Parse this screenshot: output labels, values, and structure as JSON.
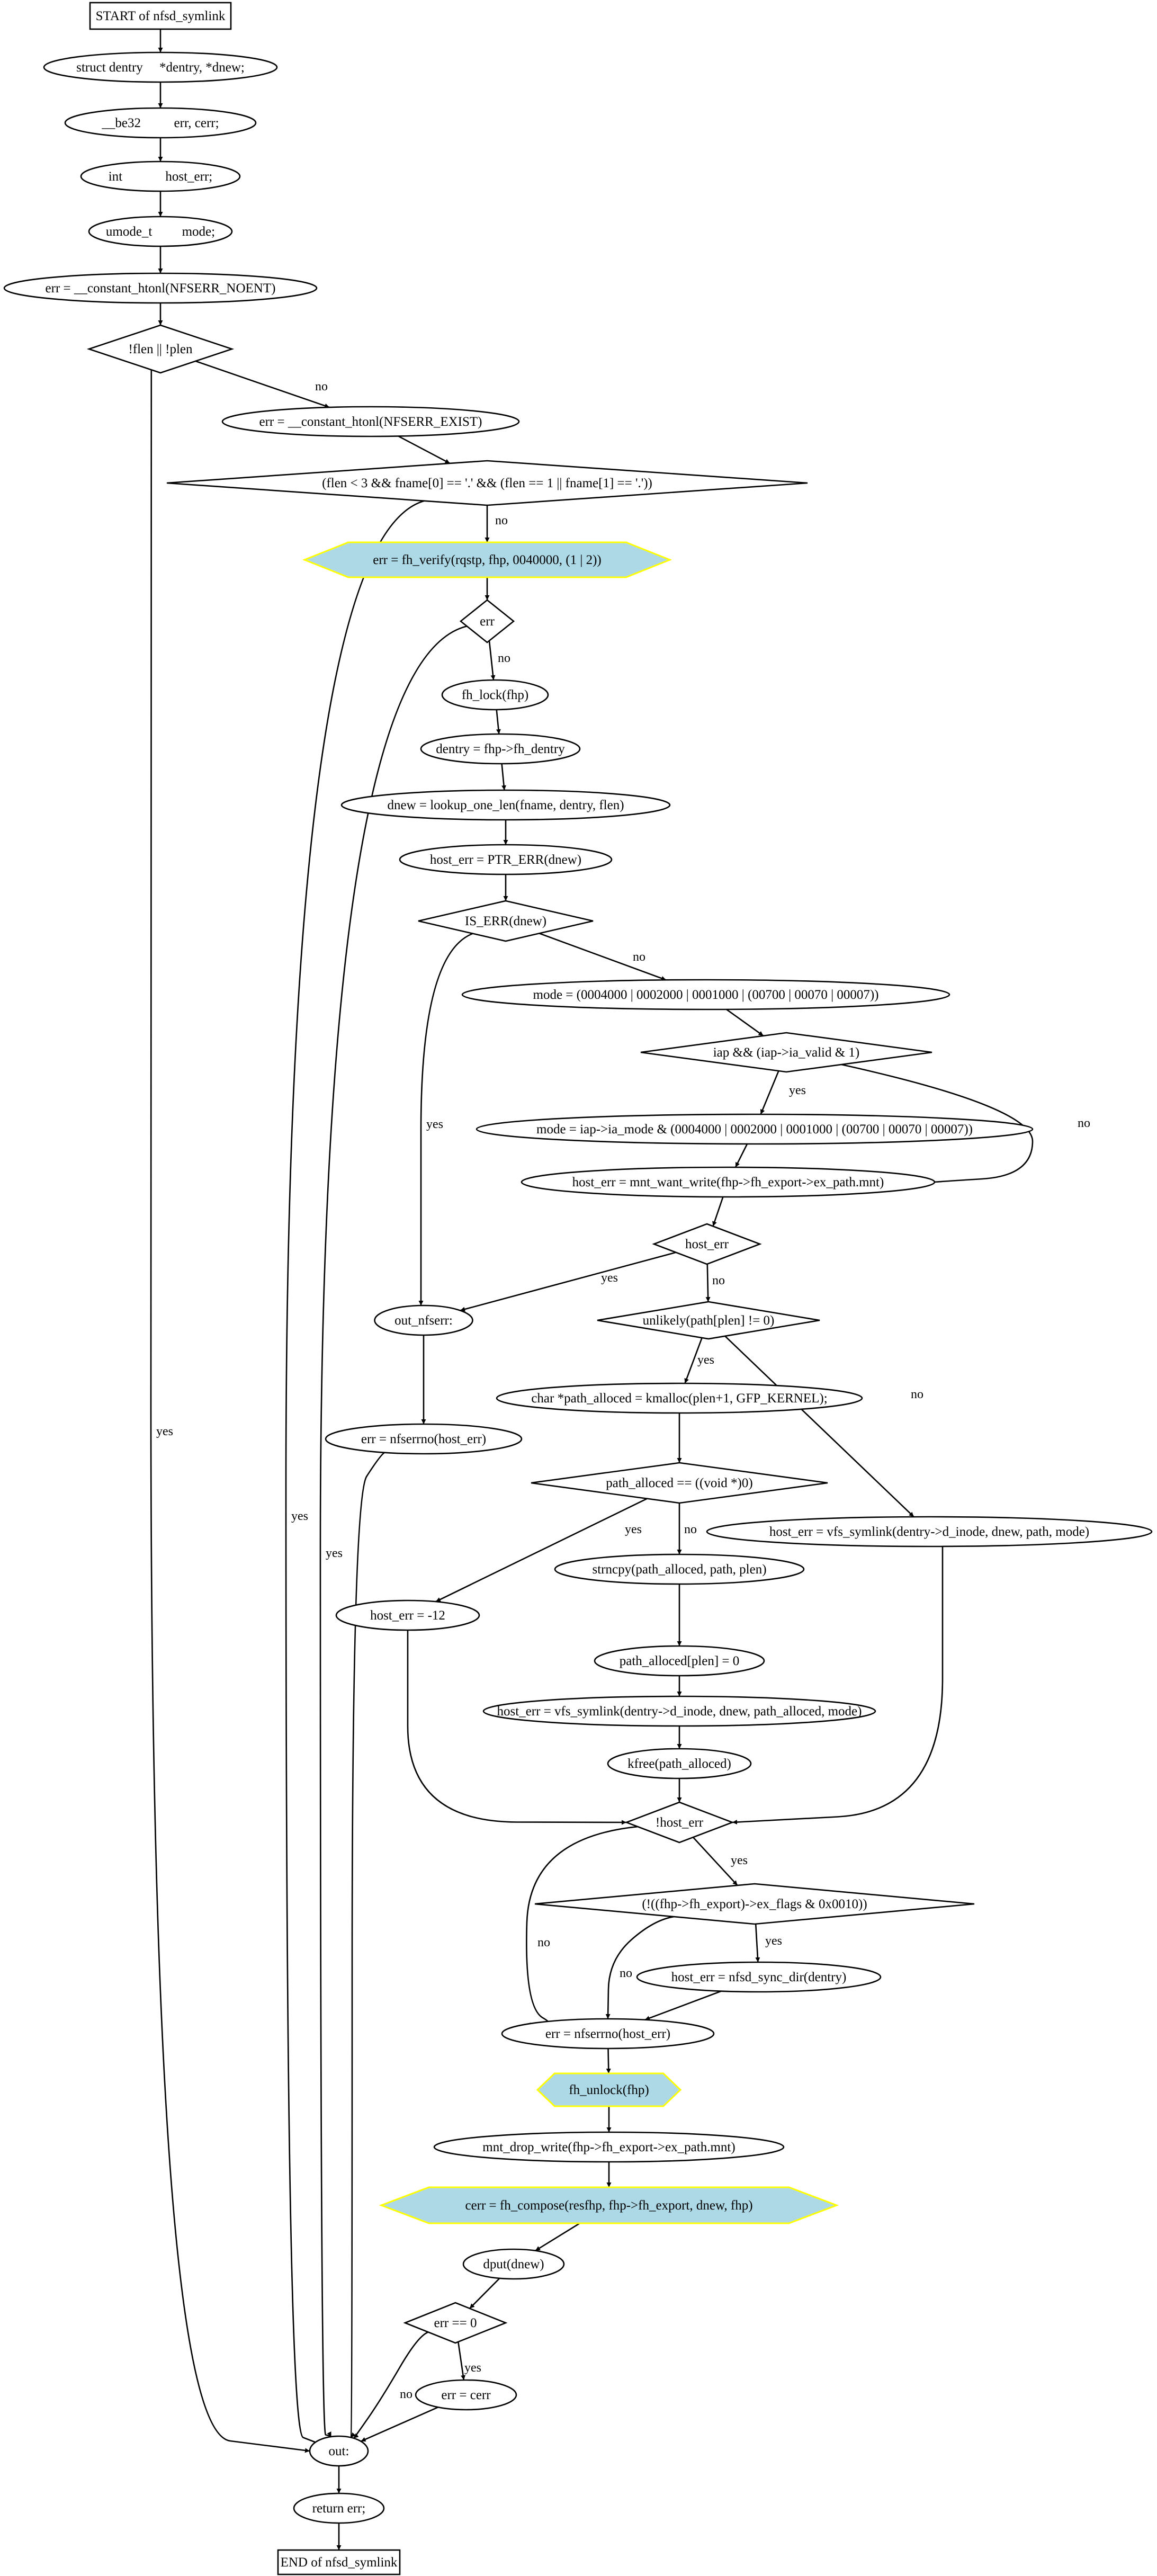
{
  "nodes": [
    {
      "id": "start",
      "label": "START of nfsd_symlink",
      "shape": "box"
    },
    {
      "id": "n_dentry",
      "label": "struct dentry     *dentry, *dnew;",
      "shape": "ellipse"
    },
    {
      "id": "n_be32",
      "label": "__be32          err, cerr;",
      "shape": "ellipse"
    },
    {
      "id": "n_int",
      "label": "int             host_err;",
      "shape": "ellipse"
    },
    {
      "id": "n_umode",
      "label": "umode_t         mode;",
      "shape": "ellipse"
    },
    {
      "id": "n_noent",
      "label": "err = __constant_htonl(NFSERR_NOENT)",
      "shape": "ellipse"
    },
    {
      "id": "d_flen",
      "label": "!flen || !plen",
      "shape": "diamond"
    },
    {
      "id": "n_exist",
      "label": "err = __constant_htonl(NFSERR_EXIST)",
      "shape": "ellipse"
    },
    {
      "id": "d_fname",
      "label": "(flen < 3 && fname[0] == '.' && (flen == 1 || fname[1] == '.'))",
      "shape": "diamond"
    },
    {
      "id": "n_verify",
      "label": "err = fh_verify(rqstp, fhp, 0040000, (1 | 2))",
      "shape": "hexagon"
    },
    {
      "id": "d_err",
      "label": "err",
      "shape": "diamond"
    },
    {
      "id": "n_lock",
      "label": "fh_lock(fhp)",
      "shape": "ellipse"
    },
    {
      "id": "n_dassign",
      "label": "dentry = fhp->fh_dentry",
      "shape": "ellipse"
    },
    {
      "id": "n_lookup",
      "label": "dnew = lookup_one_len(fname, dentry, flen)",
      "shape": "ellipse"
    },
    {
      "id": "n_ptrerr",
      "label": "host_err = PTR_ERR(dnew)",
      "shape": "ellipse"
    },
    {
      "id": "d_iserr",
      "label": "IS_ERR(dnew)",
      "shape": "diamond"
    },
    {
      "id": "n_mode",
      "label": "mode = (0004000 | 0002000 | 0001000 | (00700 | 00070 | 00007))",
      "shape": "ellipse"
    },
    {
      "id": "d_iap",
      "label": "iap && (iap->ia_valid & 1)",
      "shape": "diamond"
    },
    {
      "id": "n_iamode",
      "label": "mode = iap->ia_mode & (0004000 | 0002000 | 0001000 | (00700 | 00070 | 00007))",
      "shape": "ellipse"
    },
    {
      "id": "n_mntwant",
      "label": "host_err = mnt_want_write(fhp->fh_export->ex_path.mnt)",
      "shape": "ellipse"
    },
    {
      "id": "d_hosterr",
      "label": "host_err",
      "shape": "diamond"
    },
    {
      "id": "n_outnfserr",
      "label": "out_nfserr:",
      "shape": "ellipse"
    },
    {
      "id": "d_unlikely",
      "label": "unlikely(path[plen] != 0)",
      "shape": "diamond"
    },
    {
      "id": "n_nfserrno1",
      "label": "err = nfserrno(host_err)",
      "shape": "ellipse"
    },
    {
      "id": "n_kmalloc",
      "label": "char *path_alloced = kmalloc(plen+1, GFP_KERNEL);",
      "shape": "ellipse"
    },
    {
      "id": "d_alloced",
      "label": "path_alloced == ((void *)0)",
      "shape": "diamond"
    },
    {
      "id": "n_symlink1",
      "label": "host_err = vfs_symlink(dentry->d_inode, dnew, path, mode)",
      "shape": "ellipse"
    },
    {
      "id": "n_strncpy",
      "label": "strncpy(path_alloced, path, plen)",
      "shape": "ellipse"
    },
    {
      "id": "n_neg12",
      "label": "host_err = -12",
      "shape": "ellipse"
    },
    {
      "id": "n_zero",
      "label": "path_alloced[plen] = 0",
      "shape": "ellipse"
    },
    {
      "id": "n_symlink2",
      "label": "host_err = vfs_symlink(dentry->d_inode, dnew, path_alloced, mode)",
      "shape": "ellipse"
    },
    {
      "id": "n_kfree",
      "label": "kfree(path_alloced)",
      "shape": "ellipse"
    },
    {
      "id": "d_nothost",
      "label": "!host_err",
      "shape": "diamond"
    },
    {
      "id": "d_flags",
      "label": "(!((fhp->fh_export)->ex_flags & 0x0010))",
      "shape": "diamond"
    },
    {
      "id": "n_sync",
      "label": "host_err = nfsd_sync_dir(dentry)",
      "shape": "ellipse"
    },
    {
      "id": "n_nfserrno2",
      "label": "err = nfserrno(host_err)",
      "shape": "ellipse"
    },
    {
      "id": "n_unlock",
      "label": "fh_unlock(fhp)",
      "shape": "hexagon"
    },
    {
      "id": "n_drop",
      "label": "mnt_drop_write(fhp->fh_export->ex_path.mnt)",
      "shape": "ellipse"
    },
    {
      "id": "n_compose",
      "label": "cerr = fh_compose(resfhp, fhp->fh_export, dnew, fhp)",
      "shape": "hexagon"
    },
    {
      "id": "n_dput",
      "label": "dput(dnew)",
      "shape": "ellipse"
    },
    {
      "id": "d_erreq",
      "label": "err == 0",
      "shape": "diamond"
    },
    {
      "id": "n_cerr",
      "label": "err = cerr",
      "shape": "ellipse"
    },
    {
      "id": "n_out",
      "label": "out:",
      "shape": "ellipse"
    },
    {
      "id": "n_return",
      "label": "return err;",
      "shape": "ellipse"
    },
    {
      "id": "end",
      "label": "END of nfsd_symlink",
      "shape": "box"
    }
  ],
  "edges": [
    {
      "from": "start",
      "to": "n_dentry",
      "label": ""
    },
    {
      "from": "n_dentry",
      "to": "n_be32",
      "label": ""
    },
    {
      "from": "n_be32",
      "to": "n_int",
      "label": ""
    },
    {
      "from": "n_int",
      "to": "n_umode",
      "label": ""
    },
    {
      "from": "n_umode",
      "to": "n_noent",
      "label": ""
    },
    {
      "from": "n_noent",
      "to": "d_flen",
      "label": ""
    },
    {
      "from": "d_flen",
      "to": "n_exist",
      "label": "no"
    },
    {
      "from": "d_flen",
      "to": "n_out",
      "label": "yes"
    },
    {
      "from": "n_exist",
      "to": "d_fname",
      "label": ""
    },
    {
      "from": "d_fname",
      "to": "n_verify",
      "label": "no"
    },
    {
      "from": "d_fname",
      "to": "n_out",
      "label": "yes"
    },
    {
      "from": "n_verify",
      "to": "d_err",
      "label": ""
    },
    {
      "from": "d_err",
      "to": "n_lock",
      "label": "no"
    },
    {
      "from": "d_err",
      "to": "n_out",
      "label": "yes"
    },
    {
      "from": "n_lock",
      "to": "n_dassign",
      "label": ""
    },
    {
      "from": "n_dassign",
      "to": "n_lookup",
      "label": ""
    },
    {
      "from": "n_lookup",
      "to": "n_ptrerr",
      "label": ""
    },
    {
      "from": "n_ptrerr",
      "to": "d_iserr",
      "label": ""
    },
    {
      "from": "d_iserr",
      "to": "n_mode",
      "label": "no"
    },
    {
      "from": "d_iserr",
      "to": "n_outnfserr",
      "label": "yes"
    },
    {
      "from": "n_mode",
      "to": "d_iap",
      "label": ""
    },
    {
      "from": "d_iap",
      "to": "n_iamode",
      "label": "yes"
    },
    {
      "from": "d_iap",
      "to": "n_mntwant",
      "label": "no"
    },
    {
      "from": "n_iamode",
      "to": "n_mntwant",
      "label": ""
    },
    {
      "from": "n_mntwant",
      "to": "d_hosterr",
      "label": ""
    },
    {
      "from": "d_hosterr",
      "to": "n_outnfserr",
      "label": "yes"
    },
    {
      "from": "d_hosterr",
      "to": "d_unlikely",
      "label": "no"
    },
    {
      "from": "n_outnfserr",
      "to": "n_nfserrno1",
      "label": ""
    },
    {
      "from": "d_unlikely",
      "to": "n_kmalloc",
      "label": "yes"
    },
    {
      "from": "d_unlikely",
      "to": "n_symlink1",
      "label": "no"
    },
    {
      "from": "n_nfserrno1",
      "to": "n_out",
      "label": ""
    },
    {
      "from": "n_kmalloc",
      "to": "d_alloced",
      "label": ""
    },
    {
      "from": "d_alloced",
      "to": "n_neg12",
      "label": "yes"
    },
    {
      "from": "d_alloced",
      "to": "n_strncpy",
      "label": "no"
    },
    {
      "from": "n_strncpy",
      "to": "n_zero",
      "label": ""
    },
    {
      "from": "n_zero",
      "to": "n_symlink2",
      "label": ""
    },
    {
      "from": "n_symlink2",
      "to": "n_kfree",
      "label": ""
    },
    {
      "from": "n_kfree",
      "to": "d_nothost",
      "label": ""
    },
    {
      "from": "n_neg12",
      "to": "d_nothost",
      "label": ""
    },
    {
      "from": "n_symlink1",
      "to": "d_nothost",
      "label": ""
    },
    {
      "from": "d_nothost",
      "to": "d_flags",
      "label": "yes"
    },
    {
      "from": "d_nothost",
      "to": "n_nfserrno2",
      "label": "no"
    },
    {
      "from": "d_flags",
      "to": "n_sync",
      "label": "yes"
    },
    {
      "from": "d_flags",
      "to": "n_nfserrno2",
      "label": "no"
    },
    {
      "from": "n_sync",
      "to": "n_nfserrno2",
      "label": ""
    },
    {
      "from": "n_nfserrno2",
      "to": "n_unlock",
      "label": ""
    },
    {
      "from": "n_unlock",
      "to": "n_drop",
      "label": ""
    },
    {
      "from": "n_drop",
      "to": "n_compose",
      "label": ""
    },
    {
      "from": "n_compose",
      "to": "n_dput",
      "label": ""
    },
    {
      "from": "n_dput",
      "to": "d_erreq",
      "label": ""
    },
    {
      "from": "d_erreq",
      "to": "n_cerr",
      "label": "yes"
    },
    {
      "from": "d_erreq",
      "to": "n_out",
      "label": "no"
    },
    {
      "from": "n_cerr",
      "to": "n_out",
      "label": ""
    },
    {
      "from": "n_out",
      "to": "n_return",
      "label": ""
    },
    {
      "from": "n_return",
      "to": "end",
      "label": ""
    }
  ],
  "colors": {
    "highlight_fill": "#add8e6",
    "highlight_stroke": "#ffff00",
    "line": "#000000",
    "background": "#ffffff"
  }
}
